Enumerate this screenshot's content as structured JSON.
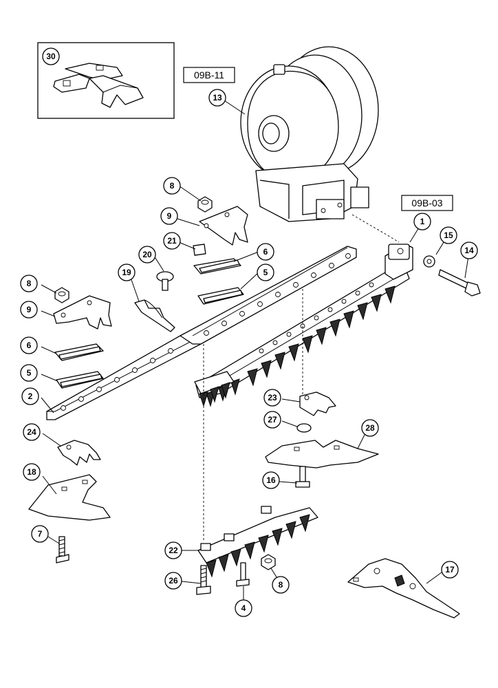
{
  "diagram": {
    "reference_boxes": [
      "09B-11",
      "09B-03"
    ],
    "callouts": [
      "30",
      "13",
      "8",
      "9",
      "21",
      "20",
      "19",
      "6",
      "5",
      "1",
      "15",
      "14",
      "8",
      "9",
      "6",
      "5",
      "2",
      "24",
      "18",
      "7",
      "23",
      "27",
      "28",
      "16",
      "22",
      "26",
      "4",
      "8",
      "17"
    ]
  }
}
